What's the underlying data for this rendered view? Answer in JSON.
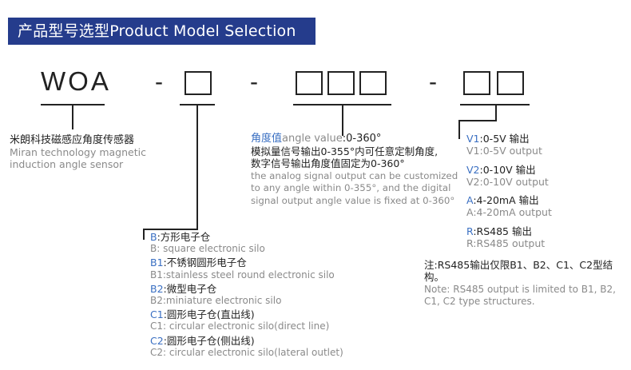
{
  "header": {
    "title": "产品型号选型Product Model Selection"
  },
  "model": {
    "prefix": "WOA",
    "dash1": "-",
    "dash2": "-",
    "dash3": "-"
  },
  "sensor": {
    "cn": "米朗科技磁感应角度传感器",
    "en_line1": "Miran technology magnetic",
    "en_line2": "induction angle sensor"
  },
  "angle": {
    "label_cn": "角度值",
    "label_en": "angle value",
    "range": ":0-360°",
    "cn_line1": "模拟量信号输出0-355°内可任意定制角度,",
    "cn_line2": "数字信号输出角度值固定为0-360°",
    "en_line1": "the analog signal output can be customized",
    "en_line2": "to any angle within 0-355°, and the digital",
    "en_line3": "signal output angle value is fixed at 0-360°"
  },
  "silo": {
    "items": [
      {
        "code": "B",
        "cn": ":方形电子仓",
        "en": "B: square electronic silo"
      },
      {
        "code": "B1",
        "cn": ":不锈钢圆形电子仓",
        "en": "B1:stainless steel round electronic silo"
      },
      {
        "code": "B2",
        "cn": ":微型电子仓",
        "en": "B2:miniature electronic silo"
      },
      {
        "code": "C1",
        "cn": ":圆形电子仓(直出线)",
        "en": "C1: circular electronic silo(direct line)"
      },
      {
        "code": "C2",
        "cn": ":圆形电子仓(侧出线)",
        "en": "C2: circular electronic silo(lateral outlet)"
      }
    ]
  },
  "outputs": {
    "items": [
      {
        "code": "V1",
        "cn": ":0-5V 输出",
        "en": "V1:0-5V output"
      },
      {
        "code": "V2",
        "cn": ":0-10V 输出",
        "en": "V2:0-10V output"
      },
      {
        "code": "A",
        "cn": ":4-20mA  输出",
        "en": "A:4-20mA output"
      },
      {
        "code": "R",
        "cn": ":RS485  输出",
        "en": "R:RS485 output"
      }
    ]
  },
  "note": {
    "cn": "注:RS485输出仅限B1、B2、C1、C2型结构。",
    "en_line1": "Note: RS485 output is limited to B1, B2,",
    "en_line2": "C1, C2 type structures."
  }
}
